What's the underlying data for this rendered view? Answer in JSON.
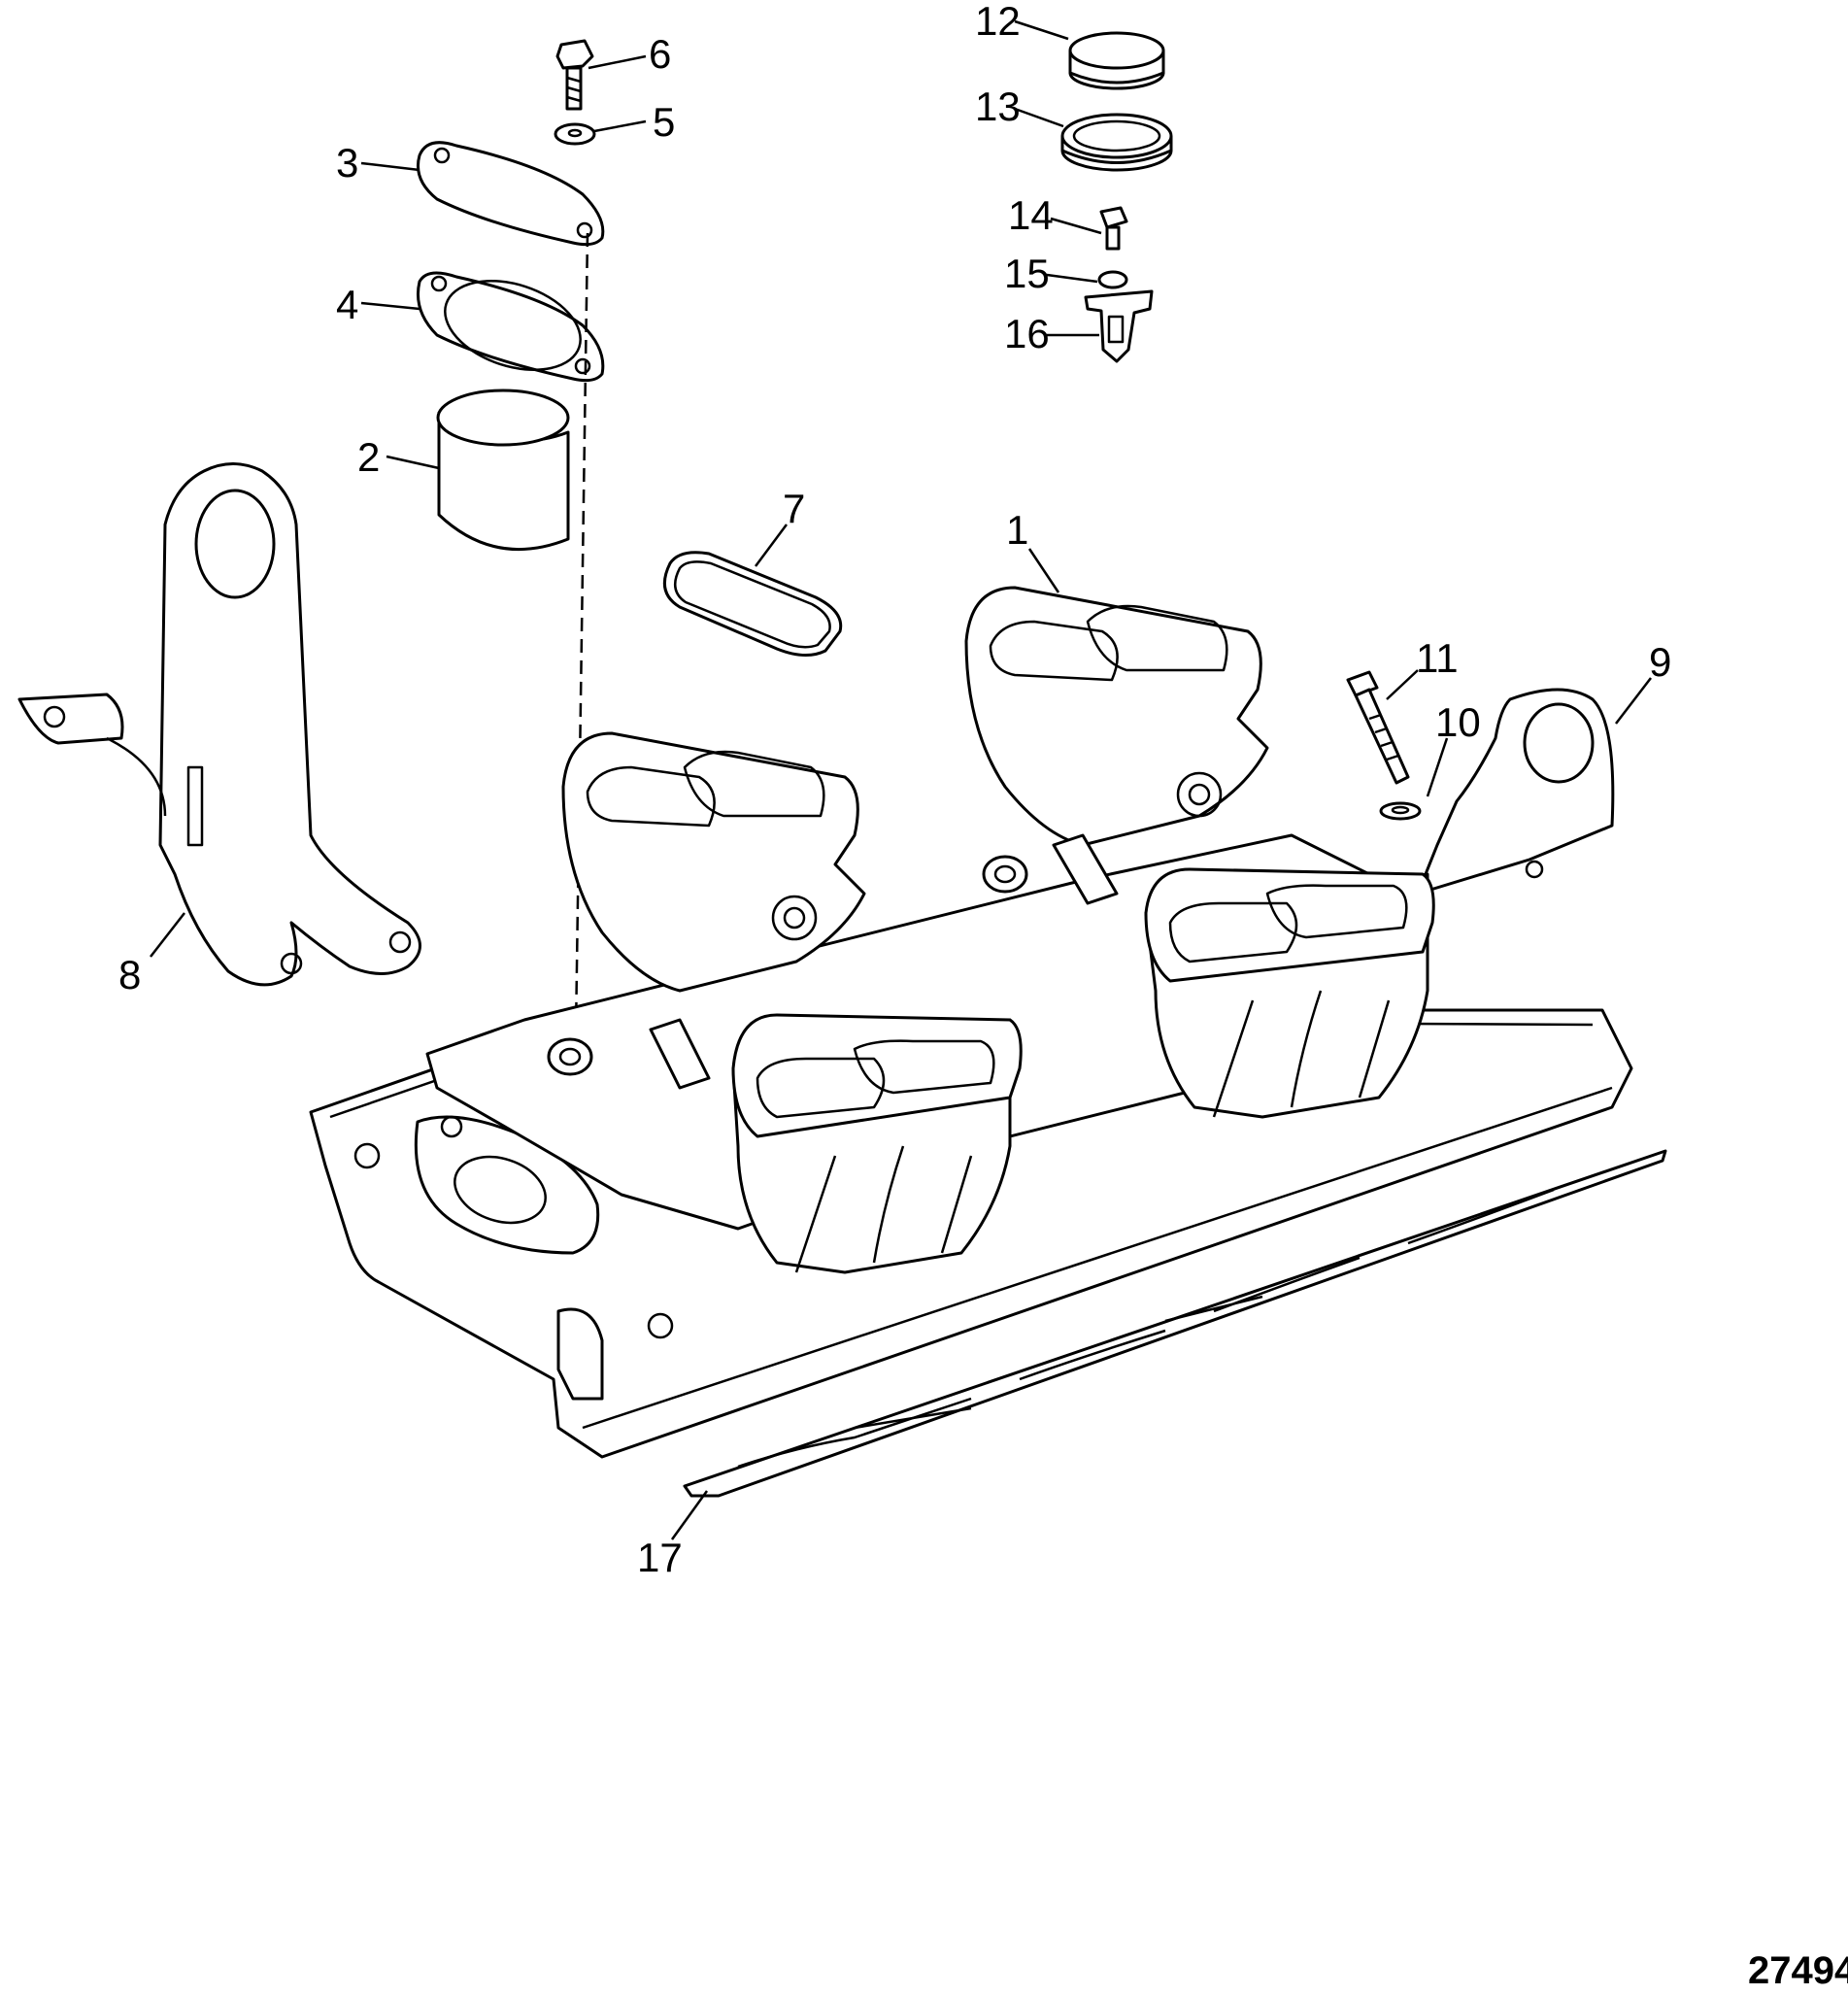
{
  "figure_number": "27494",
  "callouts": [
    {
      "id": "1",
      "label": "1"
    },
    {
      "id": "2",
      "label": "2"
    },
    {
      "id": "3",
      "label": "3"
    },
    {
      "id": "4",
      "label": "4"
    },
    {
      "id": "5",
      "label": "5"
    },
    {
      "id": "6",
      "label": "6"
    },
    {
      "id": "7",
      "label": "7"
    },
    {
      "id": "8",
      "label": "8"
    },
    {
      "id": "9",
      "label": "9"
    },
    {
      "id": "10",
      "label": "10"
    },
    {
      "id": "11",
      "label": "11"
    },
    {
      "id": "12",
      "label": "12"
    },
    {
      "id": "13",
      "label": "13"
    },
    {
      "id": "14",
      "label": "14"
    },
    {
      "id": "15",
      "label": "15"
    },
    {
      "id": "16",
      "label": "16"
    },
    {
      "id": "17",
      "label": "17"
    }
  ]
}
